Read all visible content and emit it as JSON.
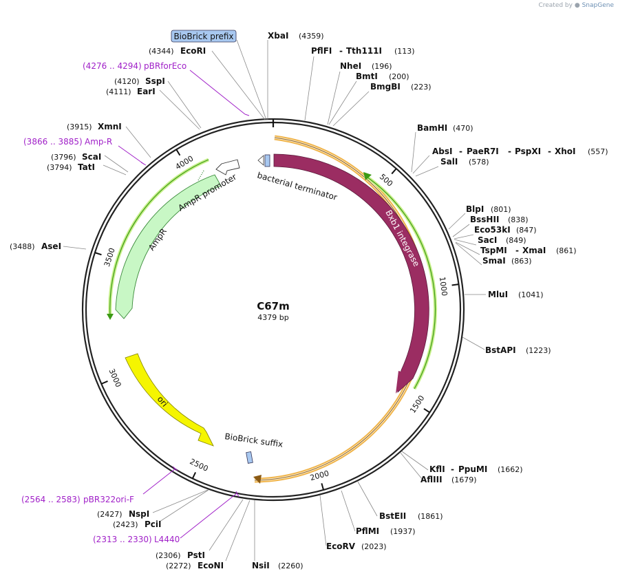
{
  "watermark": {
    "prefix": "Created by",
    "brand": "SnapGene"
  },
  "plasmid": {
    "name": "C67m",
    "length_label": "4379 bp",
    "length": 4379
  },
  "colors": {
    "integrase": "#9b2d62",
    "ampr": "#c8f7c5",
    "ori": "#f5f500",
    "orange_strand": "#f0b44a",
    "green_strand": "#3c9a14",
    "primer": "#a020c8",
    "biobrick": "#a8c8f0"
  },
  "ticks": [
    {
      "pos": 500,
      "label": "500"
    },
    {
      "pos": 1000,
      "label": "1000"
    },
    {
      "pos": 1500,
      "label": "1500"
    },
    {
      "pos": 2000,
      "label": "2000"
    },
    {
      "pos": 2500,
      "label": "2500"
    },
    {
      "pos": 3000,
      "label": "3000"
    },
    {
      "pos": 3500,
      "label": "3500"
    },
    {
      "pos": 4000,
      "label": "4000"
    }
  ],
  "features": [
    {
      "id": "bxb1",
      "label": "Bxb1 integrase",
      "start": 1,
      "end": 1520,
      "color": "#9b2d62"
    },
    {
      "id": "ampr",
      "label": "AmpR",
      "start": 3200,
      "end": 4060,
      "color": "#c8f7c5"
    },
    {
      "id": "ampr-promoter",
      "label": "AmpR promoter",
      "start": 4060,
      "end": 4190,
      "color": "#ffffff"
    },
    {
      "id": "ori",
      "label": "ori",
      "start": 2300,
      "end": 2900,
      "color": "#f5f500"
    },
    {
      "id": "bacterial-terminator",
      "label": "bacterial terminator",
      "start": 4340,
      "end": 4379,
      "color": "#a8c8f0"
    },
    {
      "id": "biobrick-suffix",
      "label": "BioBrick suffix",
      "start": 2247,
      "end": 2270,
      "color": "#a8c8f0"
    },
    {
      "id": "biobrick-prefix",
      "label": "BioBrick prefix",
      "pos": 4355
    }
  ],
  "sites": [
    {
      "name": "XbaI",
      "pos": "(4359)"
    },
    {
      "name": "PflFI",
      "name2": "Tth111I",
      "pos": "(113)"
    },
    {
      "name": "NheI",
      "pos": "(196)"
    },
    {
      "name": "BmtI",
      "pos": "(200)"
    },
    {
      "name": "BmgBI",
      "pos": "(223)"
    },
    {
      "name": "BamHI",
      "pos": "(470)"
    },
    {
      "name": "AbsI",
      "name2": "PaeR7I",
      "name3": "PspXI",
      "name4": "XhoI",
      "pos": "(557)"
    },
    {
      "name": "SalI",
      "pos": "(578)"
    },
    {
      "name": "BlpI",
      "pos": "(801)"
    },
    {
      "name": "BssHII",
      "pos": "(838)"
    },
    {
      "name": "Eco53kI",
      "pos": "(847)"
    },
    {
      "name": "SacI",
      "pos": "(849)"
    },
    {
      "name": "TspMI",
      "name2": "XmaI",
      "pos": "(861)"
    },
    {
      "name": "SmaI",
      "pos": "(863)"
    },
    {
      "name": "MluI",
      "pos": "(1041)"
    },
    {
      "name": "BstAPI",
      "pos": "(1223)"
    },
    {
      "name": "KflI",
      "name2": "PpuMI",
      "pos": "(1662)"
    },
    {
      "name": "AflIII",
      "pos": "(1679)"
    },
    {
      "name": "BstEII",
      "pos": "(1861)"
    },
    {
      "name": "PflMI",
      "pos": "(1937)"
    },
    {
      "name": "EcoRV",
      "pos": "(2023)"
    },
    {
      "name": "NsiI",
      "pos": "(2260)"
    },
    {
      "name": "EcoNI",
      "pos": "(2272)"
    },
    {
      "name": "PstI",
      "pos": "(2306)"
    },
    {
      "name": "PciI",
      "pos": "(2423)"
    },
    {
      "name": "NspI",
      "pos": "(2427)"
    },
    {
      "name": "AseI",
      "pos": "(3488)"
    },
    {
      "name": "TatI",
      "pos": "(3794)"
    },
    {
      "name": "ScaI",
      "pos": "(3796)"
    },
    {
      "name": "XmnI",
      "pos": "(3915)"
    },
    {
      "name": "EarI",
      "pos": "(4111)"
    },
    {
      "name": "SspI",
      "pos": "(4120)"
    },
    {
      "name": "EcoRI",
      "pos": "(4344)"
    }
  ],
  "primers": [
    {
      "name": "pBRforEco",
      "range": "(4276 .. 4294)"
    },
    {
      "name": "Amp-R",
      "range": "(3866 .. 3885)"
    },
    {
      "name": "pBR322ori-F",
      "range": "(2564 .. 2583)"
    },
    {
      "name": "L4440",
      "range": "(2313 .. 2330)"
    }
  ]
}
